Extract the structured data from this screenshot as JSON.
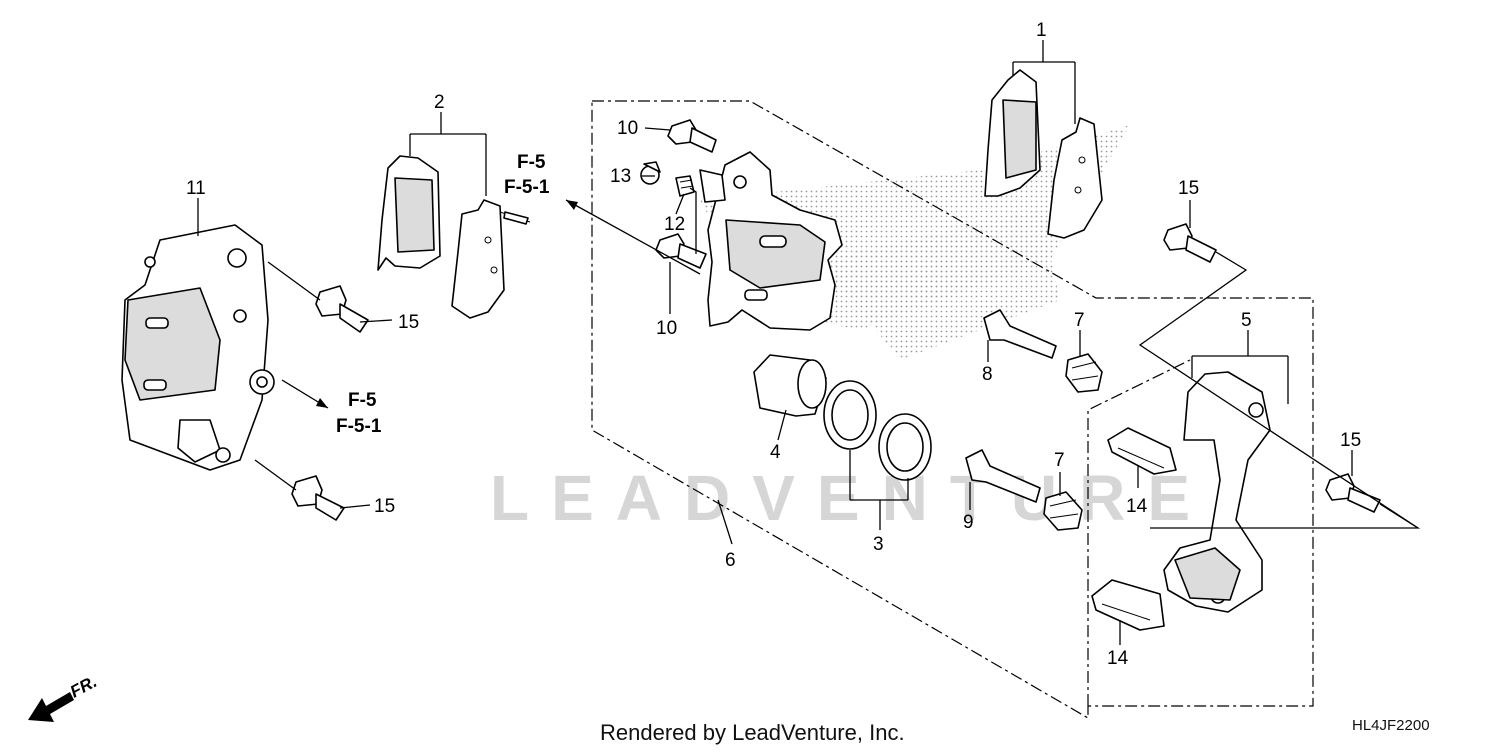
{
  "callouts": [
    {
      "id": "c1",
      "label": "1"
    },
    {
      "id": "c2",
      "label": "2"
    },
    {
      "id": "c3",
      "label": "3"
    },
    {
      "id": "c4",
      "label": "4"
    },
    {
      "id": "c5",
      "label": "5"
    },
    {
      "id": "c6",
      "label": "6"
    },
    {
      "id": "c7a",
      "label": "7"
    },
    {
      "id": "c7b",
      "label": "7"
    },
    {
      "id": "c8",
      "label": "8"
    },
    {
      "id": "c9",
      "label": "9"
    },
    {
      "id": "c10a",
      "label": "10"
    },
    {
      "id": "c10b",
      "label": "10"
    },
    {
      "id": "c11",
      "label": "11"
    },
    {
      "id": "c12",
      "label": "12"
    },
    {
      "id": "c13",
      "label": "13"
    },
    {
      "id": "c14a",
      "label": "14"
    },
    {
      "id": "c14b",
      "label": "14"
    },
    {
      "id": "c15a",
      "label": "15"
    },
    {
      "id": "c15b",
      "label": "15"
    },
    {
      "id": "c15c",
      "label": "15"
    },
    {
      "id": "c15d",
      "label": "15"
    }
  ],
  "references": {
    "upper": [
      "F-5",
      "F-5-1"
    ],
    "lower": [
      "F-5",
      "F-5-1"
    ]
  },
  "direction_label": "FR.",
  "watermark": "LEADVENTURE",
  "footer": "Rendered by LeadVenture, Inc.",
  "diagram_code": "HL4JF2200"
}
